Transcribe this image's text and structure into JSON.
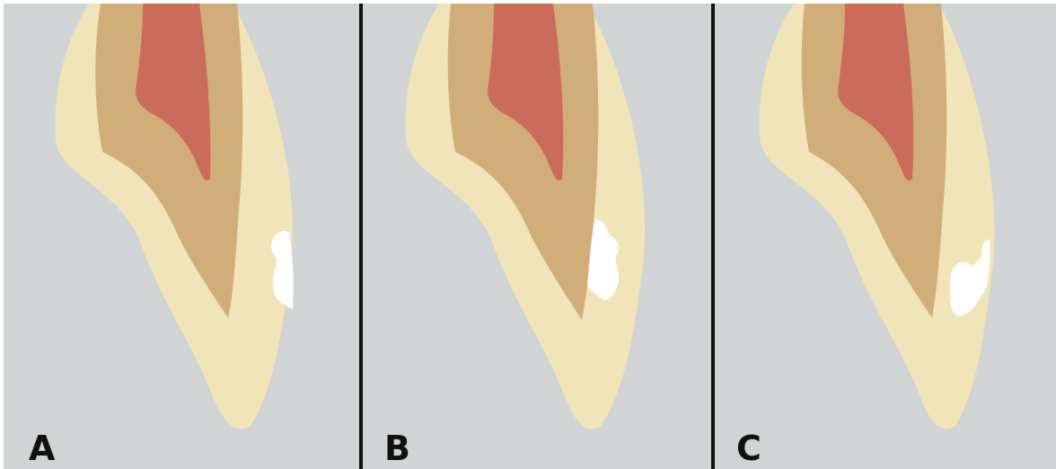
{
  "panels": [
    {
      "label": "A"
    },
    {
      "label": "B"
    },
    {
      "label": "C"
    }
  ],
  "colors": {
    "background": "#d1d4d5",
    "enamel": "#f0e4b8",
    "dentin": "#d1ae79",
    "pulp": "#cb6b5a",
    "lesion": "#ffffff",
    "divider": "#111111"
  }
}
